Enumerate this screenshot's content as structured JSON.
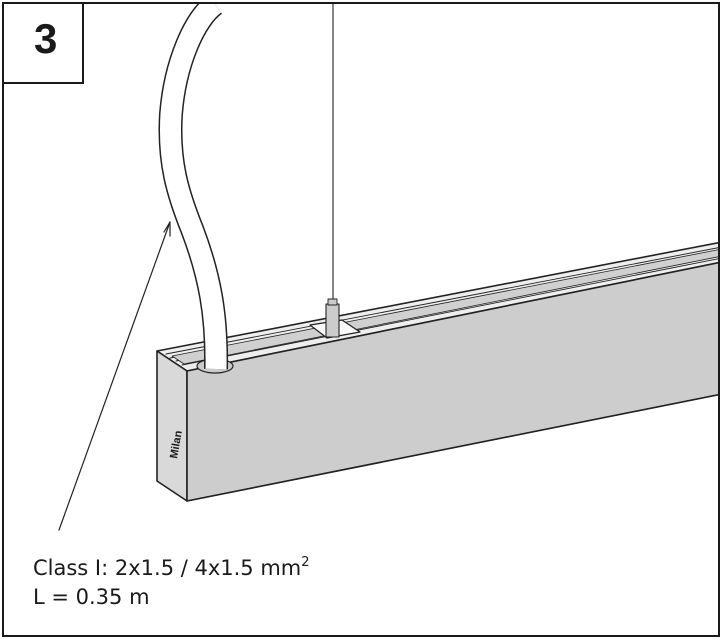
{
  "step": {
    "number": "3"
  },
  "annotation": {
    "cable_class": "Class I: 2x1.5 / 4x1.5 mm",
    "superscript": "2",
    "length": "L = 0.35 m"
  },
  "logo": {
    "text": "Milan"
  }
}
